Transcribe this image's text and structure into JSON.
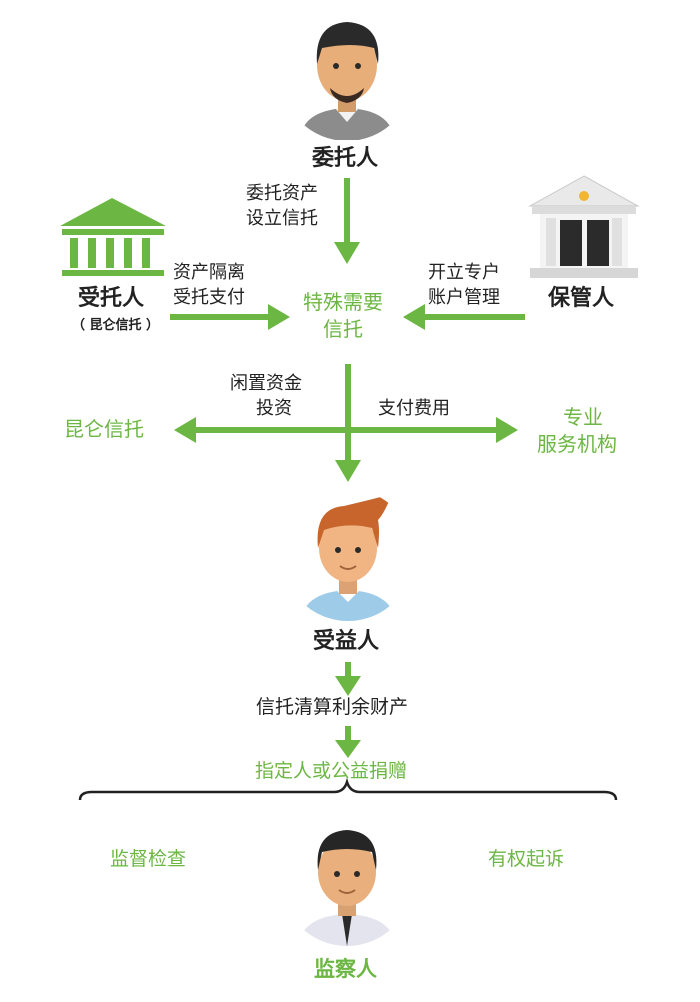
{
  "colors": {
    "accent": "#6cb743",
    "text": "#222222"
  },
  "nodes": {
    "settlor": "委托人",
    "trustee": "受托人",
    "trustee_sub": "（ 昆仑信托 ）",
    "custodian": "保管人",
    "trust": [
      "特殊需要",
      "信托"
    ],
    "kunlun": "昆仑信托",
    "service": [
      "专业",
      "服务机构"
    ],
    "beneficiary": "受益人",
    "donate": "指定人或公益捐赠",
    "supervisor": "监察人"
  },
  "flows": {
    "settlor_to_trust": [
      "委托资产",
      "设立信托"
    ],
    "trustee_to_trust": [
      "资产隔离",
      "受托支付"
    ],
    "custodian_to_trust": [
      "开立专户",
      "账户管理"
    ],
    "idle_invest": [
      "闲置资金",
      "投资"
    ],
    "pay_fees": "支付费用",
    "liquidation": "信托清算利余财产"
  },
  "supervision": {
    "left": "监督检查",
    "right": "有权起诉"
  },
  "icons": [
    "settlor-avatar-icon",
    "bank-columns-icon",
    "bank-building-icon",
    "beneficiary-avatar-icon",
    "supervisor-avatar-icon"
  ]
}
